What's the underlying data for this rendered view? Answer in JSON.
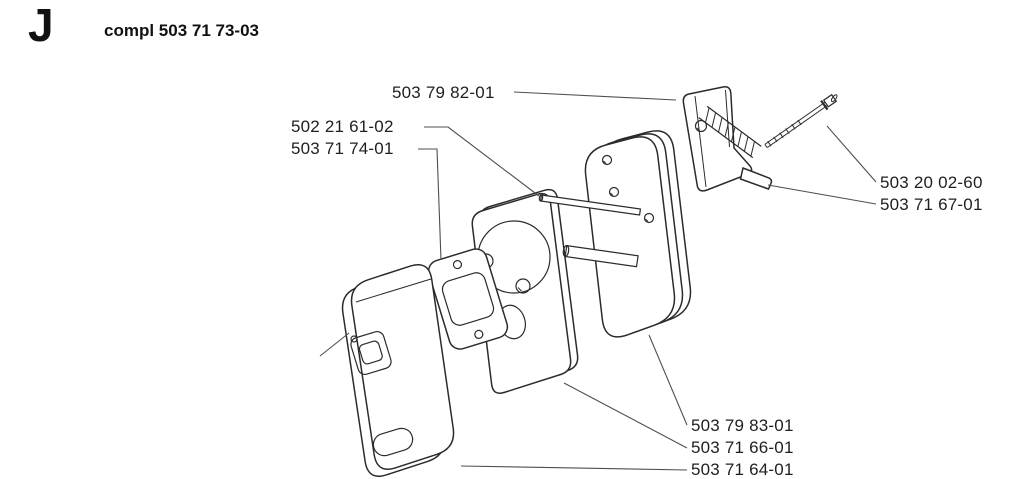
{
  "page": {
    "section_letter": "J",
    "assembly_title": "compl 503 71 73-03"
  },
  "part_labels": [
    {
      "text": "503 79 82-01"
    },
    {
      "text": "502 21 61-02"
    },
    {
      "text": "503 71 74-01"
    },
    {
      "text": "503 20 02-60"
    },
    {
      "text": "503 71 67-01"
    },
    {
      "text": "503 79 83-01"
    },
    {
      "text": "503 71 66-01"
    },
    {
      "text": "503 71 64-01"
    }
  ],
  "colors": {
    "background": "#ffffff",
    "drawing_line": "#2b2b2b",
    "leader_line": "#4f4f4f",
    "text": "#1f1f1f"
  }
}
